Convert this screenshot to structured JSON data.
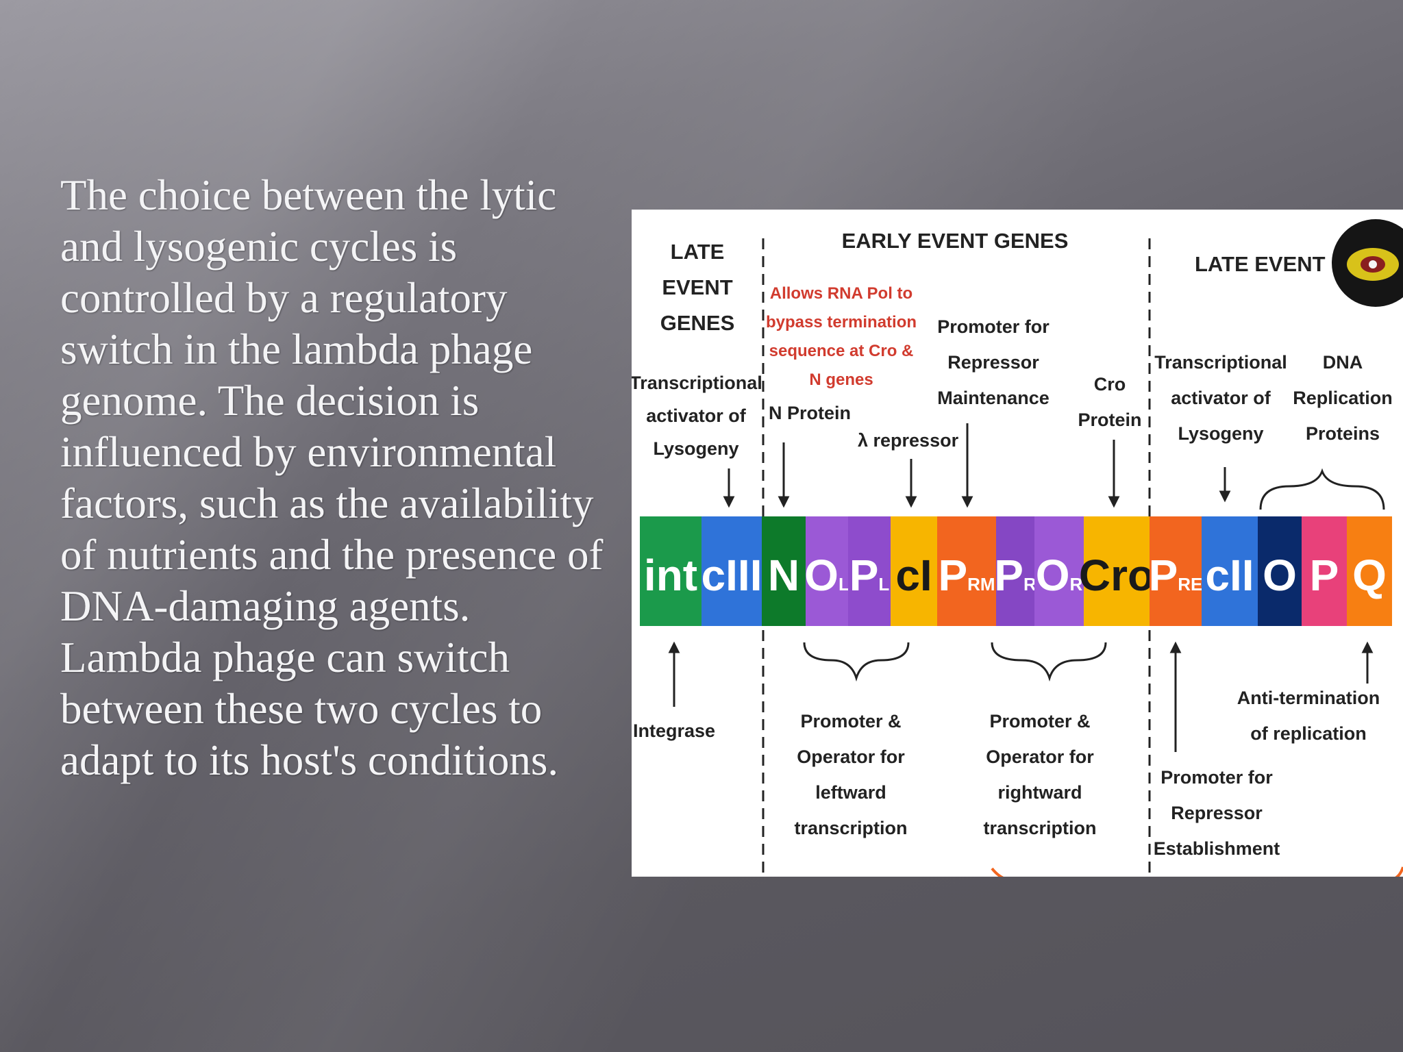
{
  "paragraph": "The choice between the lytic and lysogenic cycles is controlled by a regulatory switch in the lambda phage genome. The decision is influenced by environmental factors, such as the availability of nutrients and the presence of DNA-damaging agents. Lambda phage can switch between these two cycles to adapt to its host's conditions.",
  "diagram": {
    "headers": {
      "late_left": [
        "LATE",
        "EVENT",
        "GENES"
      ],
      "early": "EARLY EVENT GENES",
      "late_right": "LATE EVENT GEN"
    },
    "top_labels": {
      "transcriptional_left": [
        "Transcriptional",
        "activator of",
        "Lysogeny"
      ],
      "allows_rna": [
        "Allows RNA Pol to",
        "bypass termination",
        "sequence at Cro &",
        "N genes"
      ],
      "n_protein": "N Protein",
      "lambda_repressor": "λ repressor",
      "promoter_maintenance": [
        "Promoter for",
        "Repressor",
        "Maintenance"
      ],
      "cro_protein": [
        "Cro",
        "Protein"
      ],
      "transcriptional_right": [
        "Transcriptional",
        "activator of",
        "Lysogeny"
      ],
      "dna_replication": [
        "DNA",
        "Replication",
        "Proteins"
      ]
    },
    "genes": [
      {
        "label": "int",
        "sub": "",
        "color": "#1b9a4b",
        "text_color": "#ffffff"
      },
      {
        "label": "cIII",
        "sub": "",
        "color": "#2f73d9",
        "text_color": "#ffffff"
      },
      {
        "label": "N",
        "sub": "",
        "color": "#0d7a2a",
        "text_color": "#ffffff"
      },
      {
        "label": "O",
        "sub": "L",
        "color": "#9b59d6",
        "text_color": "#ffffff"
      },
      {
        "label": "P",
        "sub": "L",
        "color": "#8e4ccc",
        "text_color": "#ffffff"
      },
      {
        "label": "cI",
        "sub": "",
        "color": "#f7b500",
        "text_color": "#1a1a1a"
      },
      {
        "label": "P",
        "sub": "RM",
        "color": "#f2651f",
        "text_color": "#ffffff"
      },
      {
        "label": "P",
        "sub": "R",
        "color": "#8547c4",
        "text_color": "#ffffff"
      },
      {
        "label": "O",
        "sub": "R",
        "color": "#9b59d6",
        "text_color": "#ffffff"
      },
      {
        "label": "Cro",
        "sub": "",
        "color": "#f7b500",
        "text_color": "#1a1a1a"
      },
      {
        "label": "P",
        "sub": "RE",
        "color": "#f2651f",
        "text_color": "#ffffff"
      },
      {
        "label": "cII",
        "sub": "",
        "color": "#2f73d9",
        "text_color": "#ffffff"
      },
      {
        "label": "O",
        "sub": "",
        "color": "#0a2a6b",
        "text_color": "#ffffff"
      },
      {
        "label": "P",
        "sub": "",
        "color": "#e8417a",
        "text_color": "#ffffff"
      },
      {
        "label": "Q",
        "sub": "",
        "color": "#f77f12",
        "text_color": "#ffffff"
      }
    ],
    "bottom_labels": {
      "integrase": "Integrase",
      "leftward": [
        "Promoter &",
        "Operator for",
        "leftward",
        "transcription"
      ],
      "rightward": [
        "Promoter &",
        "Operator for",
        "rightward",
        "transcription"
      ],
      "establishment": [
        "Promoter for",
        "Repressor",
        "Establishment"
      ],
      "antitermination": [
        "Anti-termination",
        "of replication"
      ]
    }
  }
}
